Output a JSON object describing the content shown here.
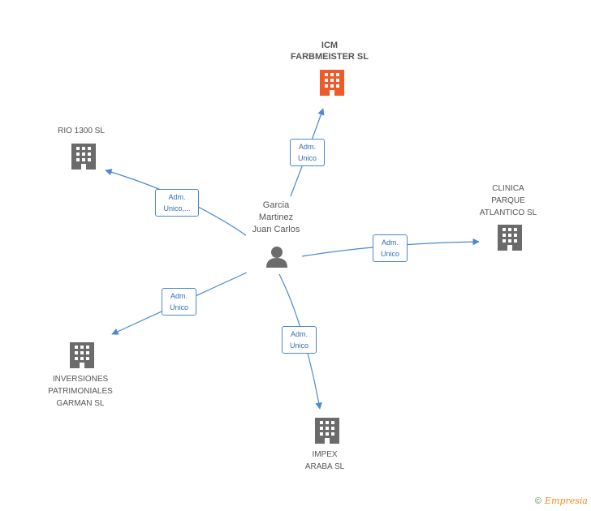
{
  "center": {
    "lines": [
      "Garcia",
      "Martinez",
      "Juan Carlos"
    ],
    "icon": "person-icon"
  },
  "nodes": {
    "icm": {
      "lines": [
        "ICM",
        "FARBMEISTER SL"
      ],
      "icon": "building-icon",
      "color": "#f05a28"
    },
    "rio": {
      "lines": [
        "RIO 1300 SL"
      ],
      "icon": "building-icon",
      "color": "#6b6b6b"
    },
    "clinica": {
      "lines": [
        "CLINICA",
        "PARQUE",
        "ATLANTICO SL"
      ],
      "icon": "building-icon",
      "color": "#6b6b6b"
    },
    "inversiones": {
      "lines": [
        "INVERSIONES",
        "PATRIMONIALES",
        "GARMAN SL"
      ],
      "icon": "building-icon",
      "color": "#6b6b6b"
    },
    "impex": {
      "lines": [
        "IMPEX",
        "ARABA  SL"
      ],
      "icon": "building-icon",
      "color": "#6b6b6b"
    }
  },
  "edges": {
    "icm": [
      "Adm.",
      "Unico"
    ],
    "rio": [
      "Adm.",
      "Unico,..."
    ],
    "clinica": [
      "Adm.",
      "Unico"
    ],
    "inversiones": [
      "Adm.",
      "Unico"
    ],
    "impex": [
      "Adm.",
      "Unico"
    ]
  },
  "colors": {
    "edge": "#4a88d0",
    "person": "#6b6b6b"
  },
  "footer": {
    "copyright": "©",
    "brand": "Empresia"
  }
}
